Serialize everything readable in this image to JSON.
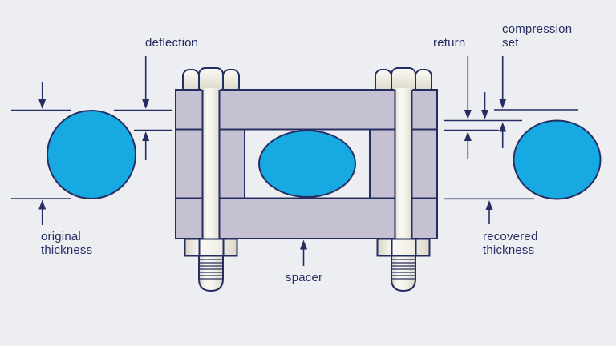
{
  "labels": {
    "deflection": "deflection",
    "return": "return",
    "compression_set": [
      "compression",
      "set"
    ],
    "original_thickness": [
      "original",
      "thickness"
    ],
    "recovered_thickness": [
      "recovered",
      "thickness"
    ],
    "spacer": "spacer"
  },
  "colors": {
    "background": "#edeef2",
    "elastomer_blue": "#16a9e2",
    "outline_navy": "#252e63",
    "plate_lavender": "#c6c0d3",
    "bolt_cream": "#f3f1e9"
  }
}
